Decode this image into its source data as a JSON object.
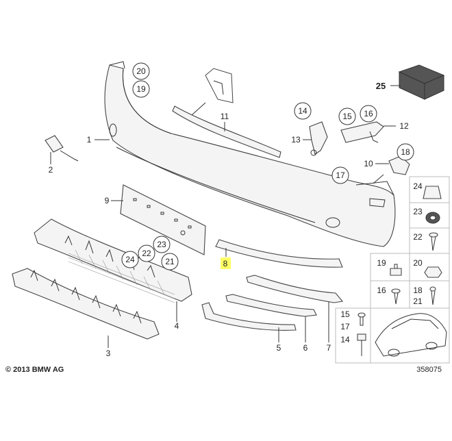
{
  "copyright": "© 2013 BMW AG",
  "diagram_id": "358075",
  "colors": {
    "highlight": "#ffff66",
    "line": "#333333"
  },
  "labels": {
    "p1": "1",
    "p2": "2",
    "p3": "3",
    "p4": "4",
    "p5": "5",
    "p6": "6",
    "p7": "7",
    "p8": "8",
    "p9": "9",
    "p10": "10",
    "p11": "11",
    "p12": "12",
    "p13": "13",
    "p14": "14",
    "p15": "15",
    "p16": "16",
    "p17": "17",
    "p18": "18",
    "p19": "19",
    "p20": "20",
    "p21": "21",
    "p22": "22",
    "p23": "23",
    "p24": "24",
    "p25": "25"
  },
  "legend": {
    "l24": "24",
    "l23": "23",
    "l22": "22",
    "l19": "19",
    "l20": "20",
    "l16": "16",
    "l18": "18",
    "l21": "21",
    "l15": "15",
    "l17": "17",
    "l14": "14"
  }
}
